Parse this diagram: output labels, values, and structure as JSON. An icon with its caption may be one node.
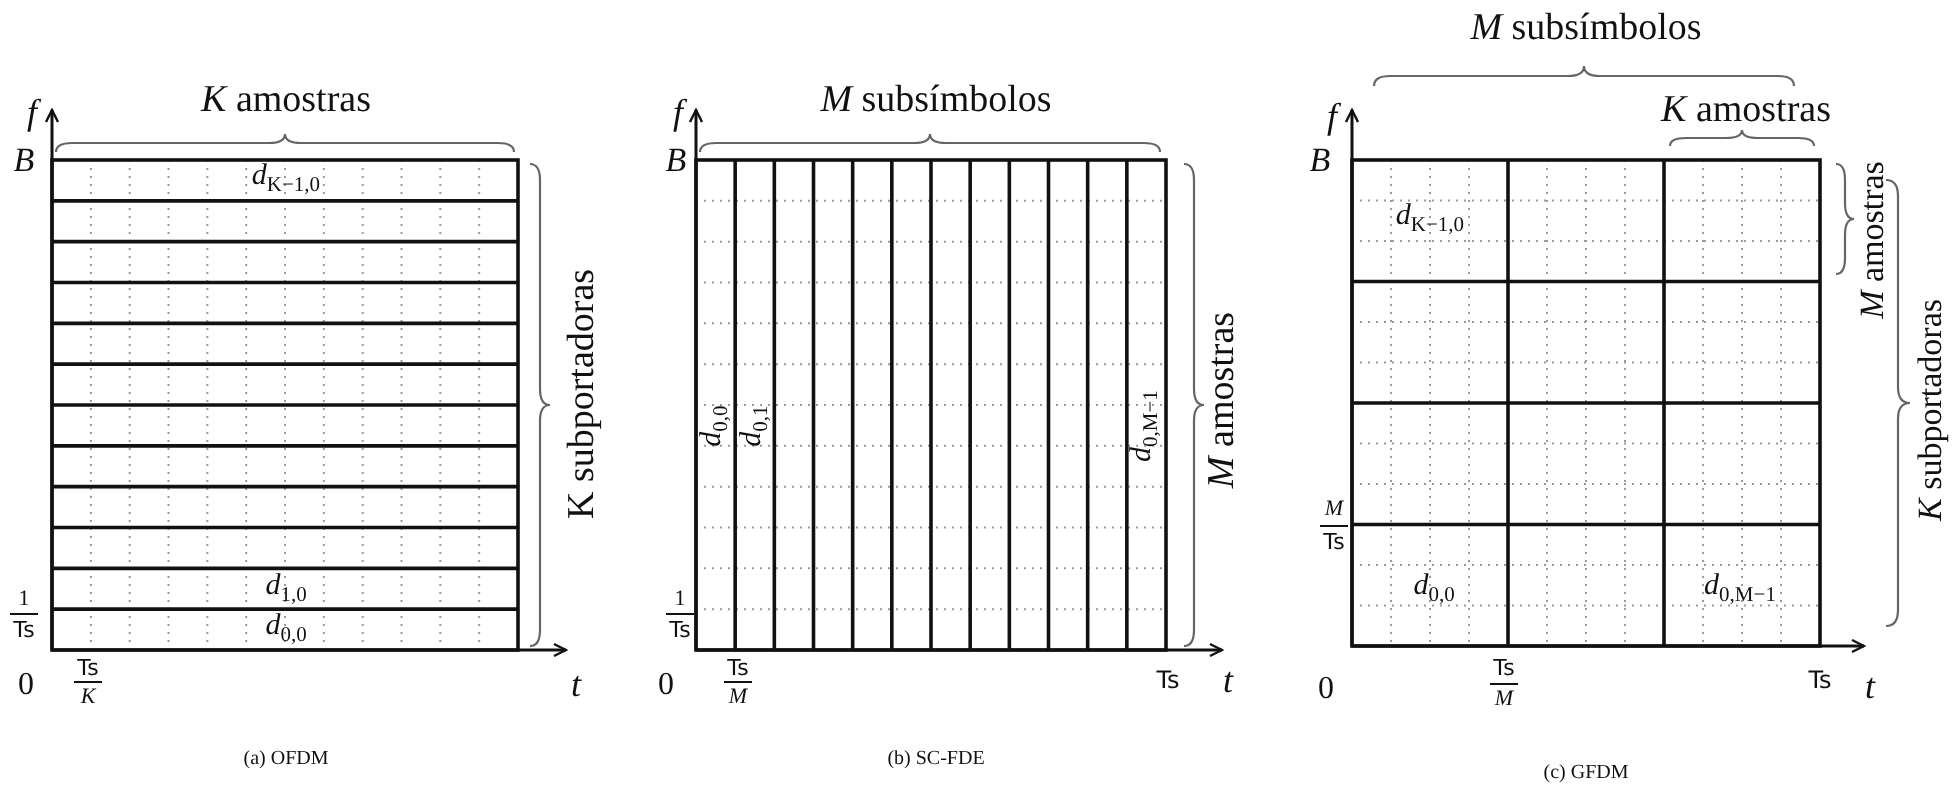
{
  "diagram": {
    "labels": [
      "*f*",
      "*K* amostras",
      "*B*",
      "*d*$_{K−1,0}$",
      "K subportadoras",
      "*d*$_{1,0}$",
      "*d*$_{0,0}$",
      "1",
      "Ts",
      "0",
      "Ts",
      "*K*",
      "*t*",
      "(a) OFDM",
      "*f*",
      "*M* subsímbolos",
      "*B*",
      "*d*$_{0,0}$",
      "*d*$_{0,1}$",
      "*d*$_{0,M−1}$",
      "*M* amostras",
      "1",
      "Ts",
      "0",
      "Ts",
      "*M*",
      "Ts",
      "*t*",
      "(b) SC-FDE",
      "*M* subsímbolos",
      "*f*",
      "*K* amostras",
      "*B*",
      "*d*$_{K−1,0}$",
      "*M* amostras",
      "*K* subportadoras",
      "*M*",
      "Ts",
      "*d*$_{0,0}$",
      "*d*$_{0,M−1}$",
      "0",
      "Ts",
      "*M*",
      "Ts",
      "*t*",
      "(c) GFDM"
    ]
  }
}
